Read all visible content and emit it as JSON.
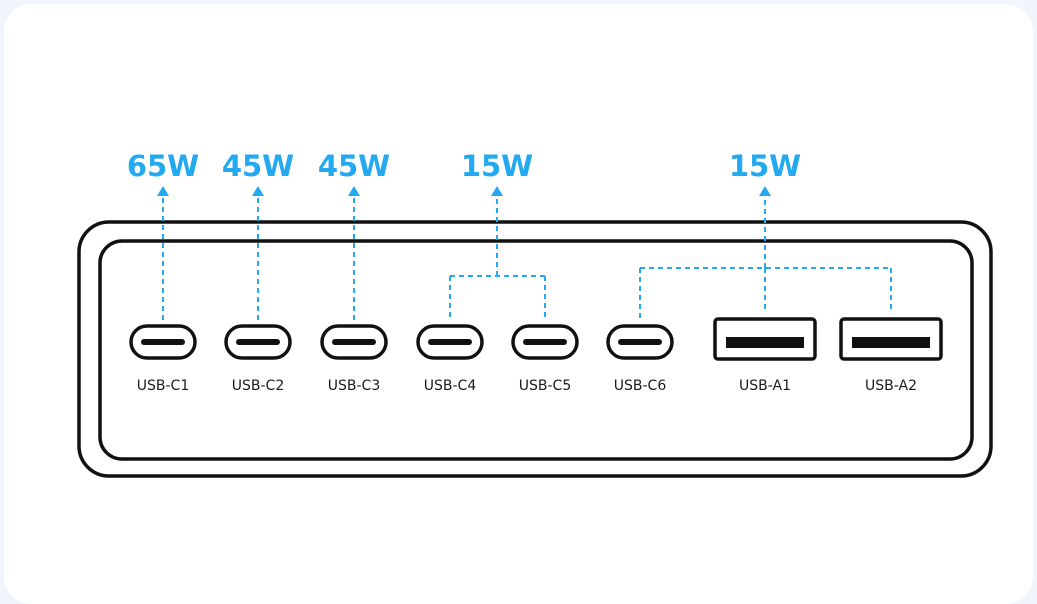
{
  "colors": {
    "accent": "#22a9f0",
    "outline": "#111111",
    "page_bg": "#f2f6fc",
    "card_bg": "#ffffff"
  },
  "power_groups": [
    {
      "id": "g1",
      "watt": "65W",
      "ports": [
        "USB-C1"
      ]
    },
    {
      "id": "g2",
      "watt": "45W",
      "ports": [
        "USB-C2"
      ]
    },
    {
      "id": "g3",
      "watt": "45W",
      "ports": [
        "USB-C3"
      ]
    },
    {
      "id": "g4",
      "watt": "15W",
      "ports": [
        "USB-C4",
        "USB-C5"
      ]
    },
    {
      "id": "g5",
      "watt": "15W",
      "ports": [
        "USB-C6",
        "USB-A1",
        "USB-A2"
      ]
    }
  ],
  "ports": [
    {
      "label": "USB-C1",
      "type": "usb-c"
    },
    {
      "label": "USB-C2",
      "type": "usb-c"
    },
    {
      "label": "USB-C3",
      "type": "usb-c"
    },
    {
      "label": "USB-C4",
      "type": "usb-c"
    },
    {
      "label": "USB-C5",
      "type": "usb-c"
    },
    {
      "label": "USB-C6",
      "type": "usb-c"
    },
    {
      "label": "USB-A1",
      "type": "usb-a"
    },
    {
      "label": "USB-A2",
      "type": "usb-a"
    }
  ]
}
